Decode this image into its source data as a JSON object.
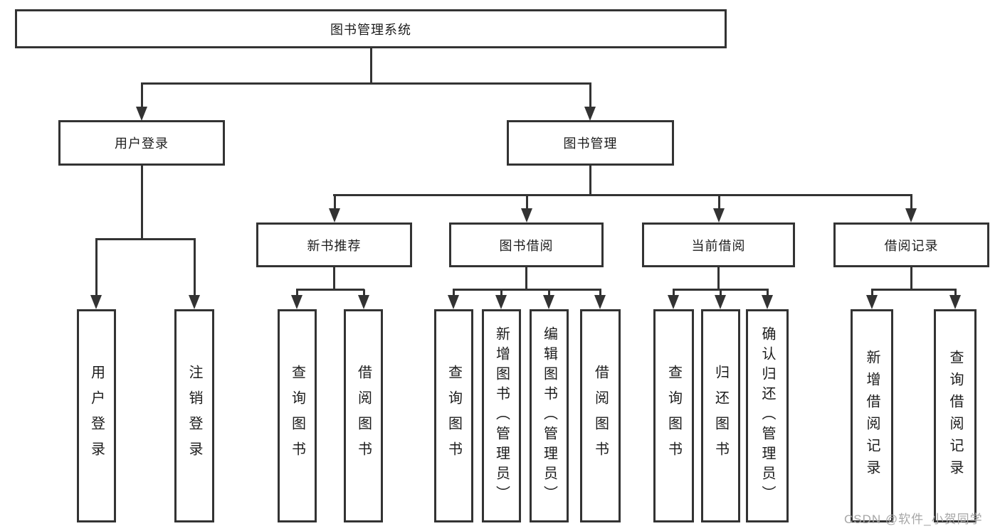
{
  "tree": {
    "root": {
      "label": "图书管理系统"
    },
    "login": {
      "label": "用户登录",
      "children": [
        {
          "label": "用户登录"
        },
        {
          "label": "注销登录"
        }
      ]
    },
    "management": {
      "label": "图书管理",
      "modules": [
        {
          "label": "新书推荐",
          "children": [
            {
              "label": "查询图书"
            },
            {
              "label": "借阅图书"
            }
          ]
        },
        {
          "label": "图书借阅",
          "children": [
            {
              "label": "查询图书"
            },
            {
              "label": "新增图书（管理员）"
            },
            {
              "label": "编辑图书（管理员）"
            },
            {
              "label": "借阅图书"
            }
          ]
        },
        {
          "label": "当前借阅",
          "children": [
            {
              "label": "查询图书"
            },
            {
              "label": "归还图书"
            },
            {
              "label": "确认归还（管理员）"
            }
          ]
        },
        {
          "label": "借阅记录",
          "children": [
            {
              "label": "新增借阅记录"
            },
            {
              "label": "查询借阅记录"
            }
          ]
        }
      ]
    }
  },
  "watermark": {
    "text": "CSDN @软件_小贺同学"
  },
  "colors": {
    "line": "#333333",
    "text": "#1c1c1c",
    "watermark": "#a6a6a6",
    "background": "#ffffff"
  }
}
